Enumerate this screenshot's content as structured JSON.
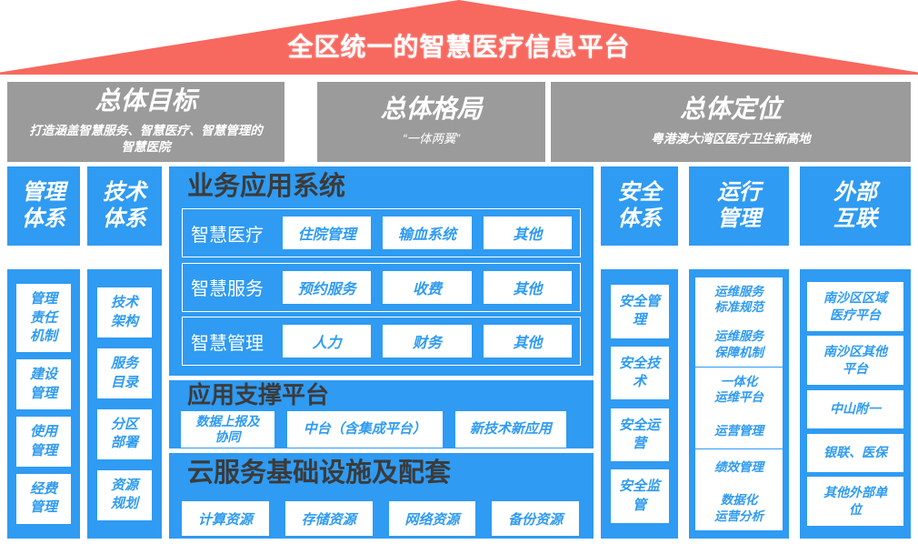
{
  "colors": {
    "blue": "#2F9BF2",
    "gray": "#9B9B9B",
    "red": "#F7685E",
    "dark_text": "#3B3B3B",
    "white": "#FFFFFF"
  },
  "roof": {
    "title": "全区统一的智慧医疗信息平台"
  },
  "overview": [
    {
      "title": "总体目标",
      "subtitle": "打造涵盖智慧服务、智慧医疗、智慧管理的\n智慧医院"
    },
    {
      "title": "总体格局",
      "subtitle": "“一体两翼”"
    },
    {
      "title": "总体定位",
      "subtitle": "粤港澳大湾区医疗卫生新高地"
    }
  ],
  "left_columns": [
    {
      "header": "管理\n体系",
      "items": [
        "管理\n责任\n机制",
        "建设\n管理",
        "使用\n管理",
        "经费\n管理"
      ]
    },
    {
      "header": "技术\n体系",
      "items": [
        "技术\n架构",
        "服务\n目录",
        "分区\n部署",
        "资源\n规划"
      ]
    }
  ],
  "center": {
    "business": {
      "title": "业务应用系统",
      "rows": [
        {
          "label": "智慧医疗",
          "items": [
            "住院管理",
            "输血系统",
            "其他"
          ]
        },
        {
          "label": "智慧服务",
          "items": [
            "预约服务",
            "收费",
            "其他"
          ]
        },
        {
          "label": "智慧管理",
          "items": [
            "人力",
            "财务",
            "其他"
          ]
        }
      ]
    },
    "support": {
      "title": "应用支撑平台",
      "items": [
        "数据上报及\n协同",
        "中台（含集成平台）",
        "新技术新应用"
      ]
    },
    "cloud": {
      "title": "云服务基础设施及配套",
      "items": [
        "计算资源",
        "存储资源",
        "网络资源",
        "备份资源"
      ]
    }
  },
  "right_columns": [
    {
      "header": "安全\n体系",
      "items": [
        "安全管\n理",
        "安全技\n术",
        "安全运\n营",
        "安全监\n管"
      ]
    },
    {
      "header": "运行\n管理",
      "items": [
        "运维服务\n标准规范",
        "运维服务\n保障机制",
        "一体化\n运维平台",
        "运营管理",
        "绩效管理",
        "数据化\n运营分析"
      ]
    },
    {
      "header": "外部\n互联",
      "items": [
        "南沙区区域\n医疗平台",
        "南沙区其他\n平台",
        "中山附一",
        "银联、医保",
        "其他外部单\n位"
      ]
    }
  ]
}
